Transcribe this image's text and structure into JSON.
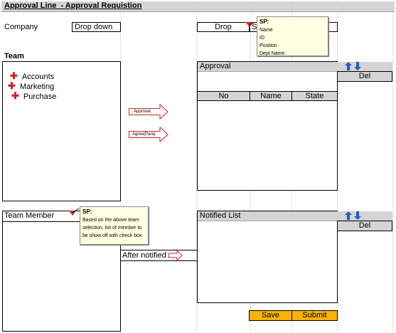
{
  "title": "Approval Line  - Approval Requistion",
  "company": {
    "label": "Company",
    "dropdown_value": "Drop down",
    "drop_value": "Drop",
    "s_value": "S"
  },
  "sp_note_top": {
    "heading": "SP:",
    "lines": [
      "Name",
      "ID",
      "Position",
      "Dept Name"
    ]
  },
  "team": {
    "label": "Team",
    "items": [
      "Accounts",
      "Marketing",
      "Purchase"
    ]
  },
  "buttons_mid": {
    "approval": "Approval",
    "agree": "Agree(Para)"
  },
  "approval_panel": {
    "title": "Approval",
    "del_label": "Del",
    "columns": [
      "No",
      "Name",
      "State"
    ]
  },
  "team_member": {
    "label": "Team Member"
  },
  "sp_note_bottom": {
    "heading": "SP:",
    "text": "Based on the above team selection, list of member to be show off with check box"
  },
  "after_notified": {
    "label": "After notified"
  },
  "notified_panel": {
    "title": "Notified List",
    "del_label": "Del"
  },
  "actions": {
    "save": "Save",
    "submit": "Submit"
  },
  "colors": {
    "accent_button": "#f7b200",
    "header_gray": "#d4d4d4",
    "note_yellow": "#ffffe1",
    "arrow_red": "#c62828",
    "arrow_blue": "#1f5fbf"
  }
}
